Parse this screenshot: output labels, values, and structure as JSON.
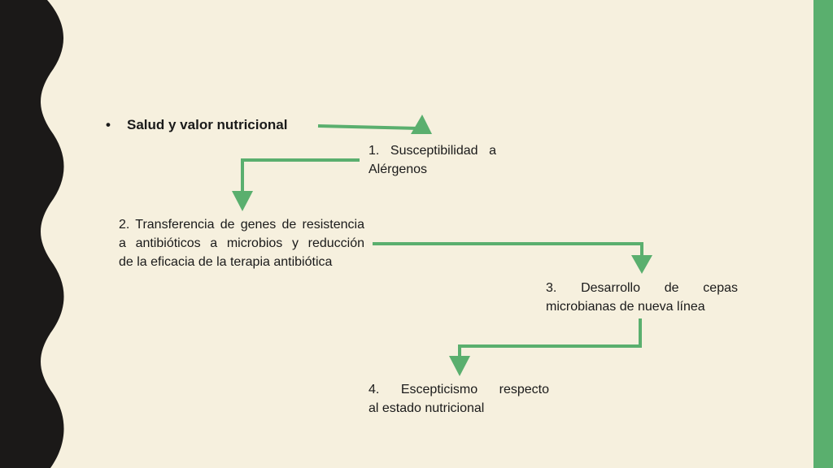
{
  "slide": {
    "bullet": {
      "marker": "•",
      "text": "Salud y valor nutricional"
    },
    "steps": [
      {
        "lines": [
          "1. Susceptibilidad a",
          "Alérgenos"
        ]
      },
      {
        "lines": [
          "2. Transferencia de genes de resistencia",
          "a antibióticos a microbios y reducción",
          "de la eficacia de la terapia antibiótica"
        ]
      },
      {
        "lines": [
          "3. Desarrollo de cepas",
          "microbianas de nueva línea"
        ]
      },
      {
        "lines": [
          "4. Escepticismo respecto",
          "al estado nutricional"
        ]
      }
    ]
  },
  "colors": {
    "background": "#f6f0de",
    "accent": "#5aaf6e",
    "dark_border": "#1b1918"
  }
}
